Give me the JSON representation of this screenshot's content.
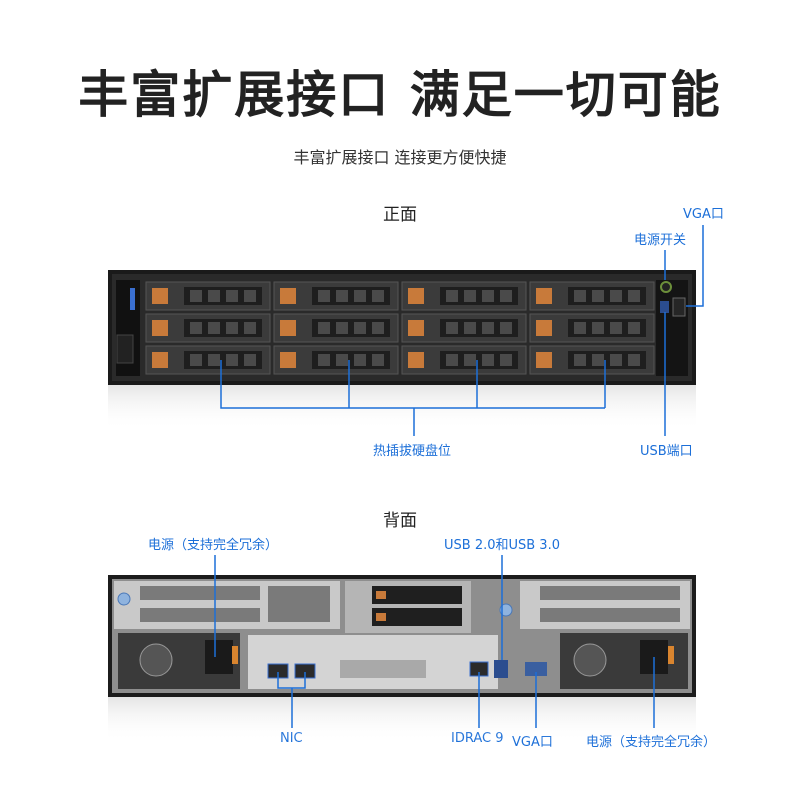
{
  "heading": {
    "title": "丰富扩展接口 满足一切可能",
    "subtitle": "丰富扩展接口 连接更方便快捷"
  },
  "front": {
    "section_label": "正面",
    "callouts": {
      "vga": "VGA口",
      "power_switch": "电源开关",
      "hot_swap_bays": "热插拔硬盘位",
      "usb": "USB端口"
    }
  },
  "back": {
    "section_label": "背面",
    "callouts": {
      "psu_left": "电源（支持完全冗余）",
      "usb": "USB 2.0和USB 3.0",
      "nic": "NIC",
      "idrac": "IDRAC 9",
      "vga": "VGA口",
      "psu_right": "电源（支持完全冗余）"
    }
  },
  "colors": {
    "accent": "#1c6fd8",
    "chassis": "#1a1a1a",
    "drive_orange": "#c87a3a"
  }
}
